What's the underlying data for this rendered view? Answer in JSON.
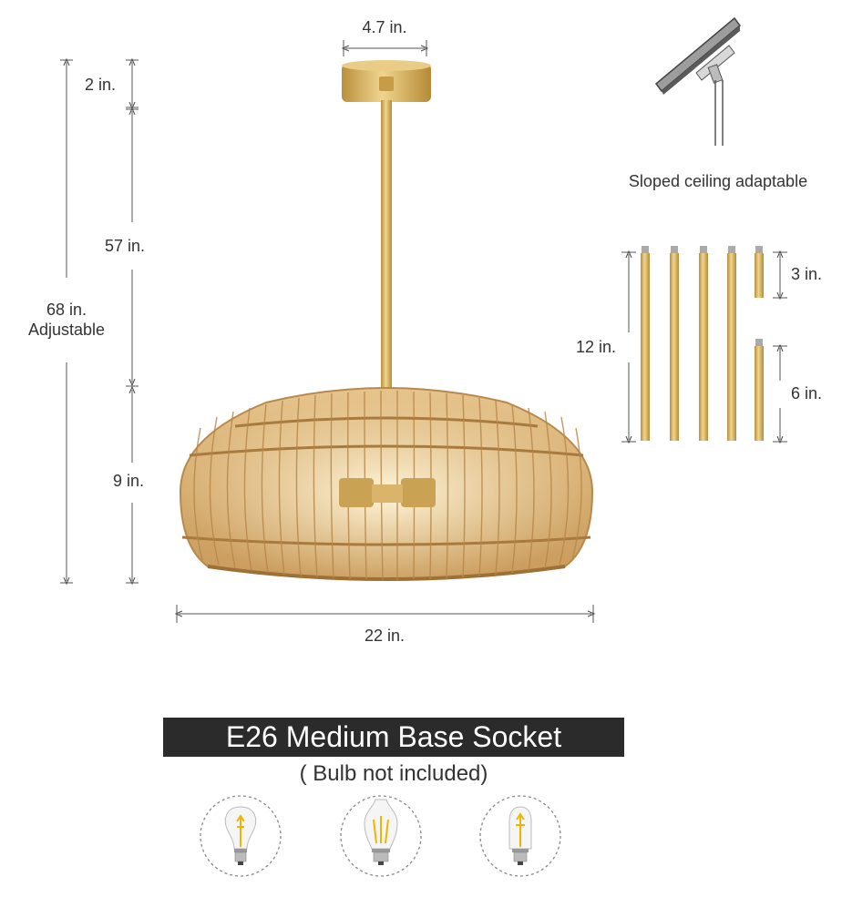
{
  "dimensions": {
    "canopy_width": "4.7 in.",
    "canopy_height": "2 in.",
    "rod_length": "57 in.",
    "total_height_value": "68 in.",
    "total_height_note": "Adjustable",
    "shade_height": "9 in.",
    "shade_width": "22 in."
  },
  "sloped_ceiling": {
    "label": "Sloped ceiling adaptable"
  },
  "rods": {
    "long_label": "12 in.",
    "short_label": "3 in.",
    "medium_label": "6 in."
  },
  "socket": {
    "title": "E26 Medium Base Socket",
    "note": "( Bulb not included)"
  },
  "bulbs": [
    {
      "icon": "a19-bulb-icon"
    },
    {
      "icon": "st64-bulb-icon"
    },
    {
      "icon": "t14-bulb-icon"
    }
  ],
  "colors": {
    "brass": "#d4ad5c",
    "rattan": "#d8b47a",
    "banner": "#2b2b2b"
  }
}
